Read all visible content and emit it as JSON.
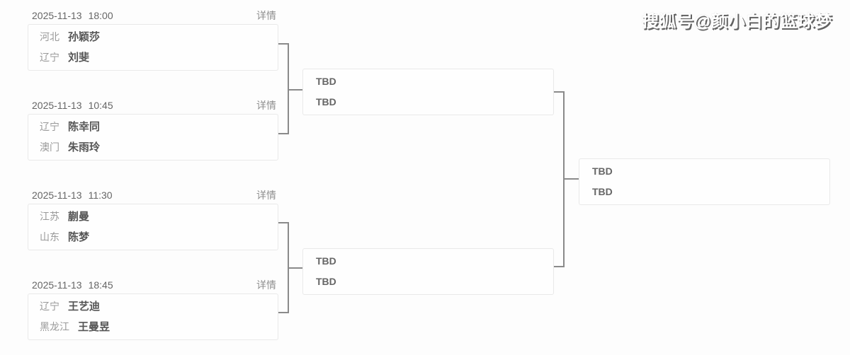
{
  "watermark": {
    "text": "搜狐号@颜小白的篮球梦"
  },
  "bracket": {
    "round1": [
      {
        "date": "2025-11-13",
        "time": "18:00",
        "details_label": "详情",
        "players": [
          {
            "region": "河北",
            "name": "孙颖莎"
          },
          {
            "region": "辽宁",
            "name": "刘斐"
          }
        ]
      },
      {
        "date": "2025-11-13",
        "time": "10:45",
        "details_label": "详情",
        "players": [
          {
            "region": "辽宁",
            "name": "陈幸同"
          },
          {
            "region": "澳门",
            "name": "朱雨玲"
          }
        ]
      },
      {
        "date": "2025-11-13",
        "time": "11:30",
        "details_label": "详情",
        "players": [
          {
            "region": "江苏",
            "name": "蒯曼"
          },
          {
            "region": "山东",
            "name": "陈梦"
          }
        ]
      },
      {
        "date": "2025-11-13",
        "time": "18:45",
        "details_label": "详情",
        "players": [
          {
            "region": "辽宁",
            "name": "王艺迪"
          },
          {
            "region": "黑龙江",
            "name": "王曼昱"
          }
        ]
      }
    ],
    "semifinals": [
      {
        "slots": [
          "TBD",
          "TBD"
        ]
      },
      {
        "slots": [
          "TBD",
          "TBD"
        ]
      }
    ],
    "final": {
      "slots": [
        "TBD",
        "TBD"
      ]
    }
  },
  "colors": {
    "connector_line": "#8a8a8a",
    "box_border": "#e9e9e9",
    "date_text": "#666666",
    "details_text": "#8f8f8f",
    "region_text": "#999999",
    "player_text": "#555555",
    "tbd_text": "#666666",
    "watermark_fill": "#ffffff",
    "watermark_shadow": "#505050"
  }
}
